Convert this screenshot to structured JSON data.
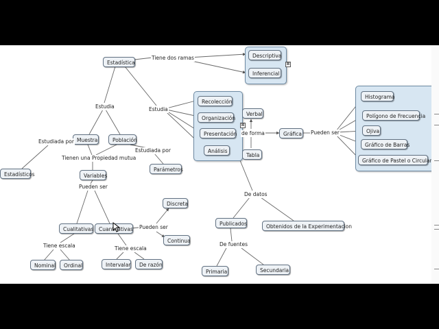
{
  "concept_map": {
    "concepts": {
      "estadistica": "Estadística",
      "descriptiva": "Descriptiva",
      "inferencial": "Inferencial",
      "recoleccion": "Recolección",
      "organizacion": "Organización",
      "presentacion": "Presentación",
      "analisis": "Análisis",
      "verbal": "Verbal",
      "tabla": "Tabla",
      "grafica": "Gráfica",
      "histograma": "Histograma",
      "poligono": "Polígono de Frecuencia",
      "ojiva": "Ojiva",
      "barras": "Gráfico de Barras",
      "pastel": "Gráfico de Pastel o Circular",
      "muestra": "Muestra",
      "poblacion": "Población",
      "estadisticos": "Estadísticos",
      "parametros": "Parámetros",
      "variables": "Variables",
      "cualitativas": "Cualitativas",
      "cuantitativas": "Cuantitativas",
      "discreta": "Discreta",
      "continua": "Continua",
      "nominal": "Nominal",
      "ordinal": "Ordinal",
      "intervalar": "Intervalar",
      "de_razon": "De razón",
      "publicados": "Publicados",
      "obtenidos": "Obtenidos de la Experimentacion",
      "primaria": "Primaria",
      "secundaria": "Secundaria"
    },
    "links": {
      "tiene_dos_ramas": "Tiene dos ramas",
      "estudia_1": "Estudia",
      "estudia_2": "Estudia",
      "estudiada_por_1": "Estudiada por",
      "estudiada_por_2": "Estudiada por",
      "propiedad_mutua": "Tienen una Propiedad mutua",
      "pueden_ser_1": "Pueden ser",
      "pueden_ser_2": "Pueden ser",
      "pueden_ser_3": "Pueden ser",
      "tiene_escala_1": "Tiene escala",
      "tiene_escala_2": "Tiene escala",
      "de_forma": "de forma",
      "de_datos": "De datos",
      "de_fuentes": "De fuentes"
    },
    "expand_glyph": "⊠"
  },
  "colors": {
    "node_fill": "#eef2f6",
    "node_border": "#5f6f80",
    "group_fill": "#d7e6f2",
    "edge": "#555555"
  }
}
